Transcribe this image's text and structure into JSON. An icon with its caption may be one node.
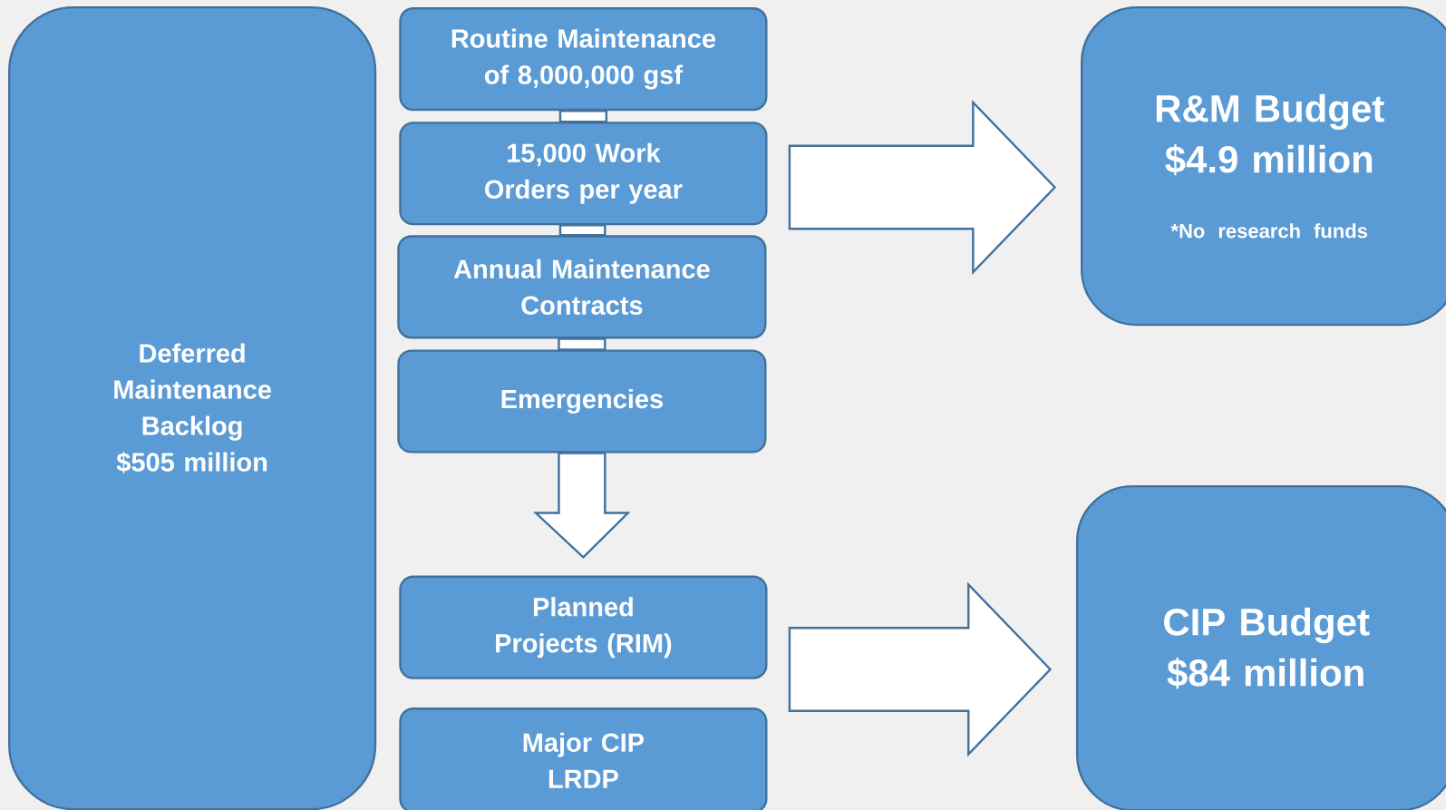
{
  "diagram": {
    "nodes": [
      {
        "text": [
          "Deferred Maintenance Backlog $505 million"
        ]
      },
      {
        "text": [
          "Routine Maintenance of 8,000,000 gsf"
        ]
      },
      {
        "text": [
          "15,000 Work Orders per year"
        ]
      },
      {
        "text": [
          "Annual Maintenance Contracts"
        ]
      },
      {
        "text": [
          "Emergencies"
        ]
      },
      {
        "text": [
          "Planned Projects (RIM)"
        ]
      },
      {
        "text": [
          "Major CIP LRDP"
        ]
      },
      {
        "text": [
          "R&M Budget $4.9 million",
          "*No research funds"
        ]
      },
      {
        "text": [
          "CIP Budget $84 million"
        ]
      }
    ],
    "edges": [
      {
        "from": 1,
        "to": 2,
        "arrow": "none"
      },
      {
        "from": 2,
        "to": 3,
        "arrow": "none"
      },
      {
        "from": 3,
        "to": 4,
        "arrow": "none"
      },
      {
        "from": 4,
        "to": 5,
        "arrow": "to"
      },
      {
        "from": 2,
        "to": 7,
        "arrow": "to"
      },
      {
        "from": 5,
        "to": 8,
        "arrow": "to"
      }
    ]
  }
}
